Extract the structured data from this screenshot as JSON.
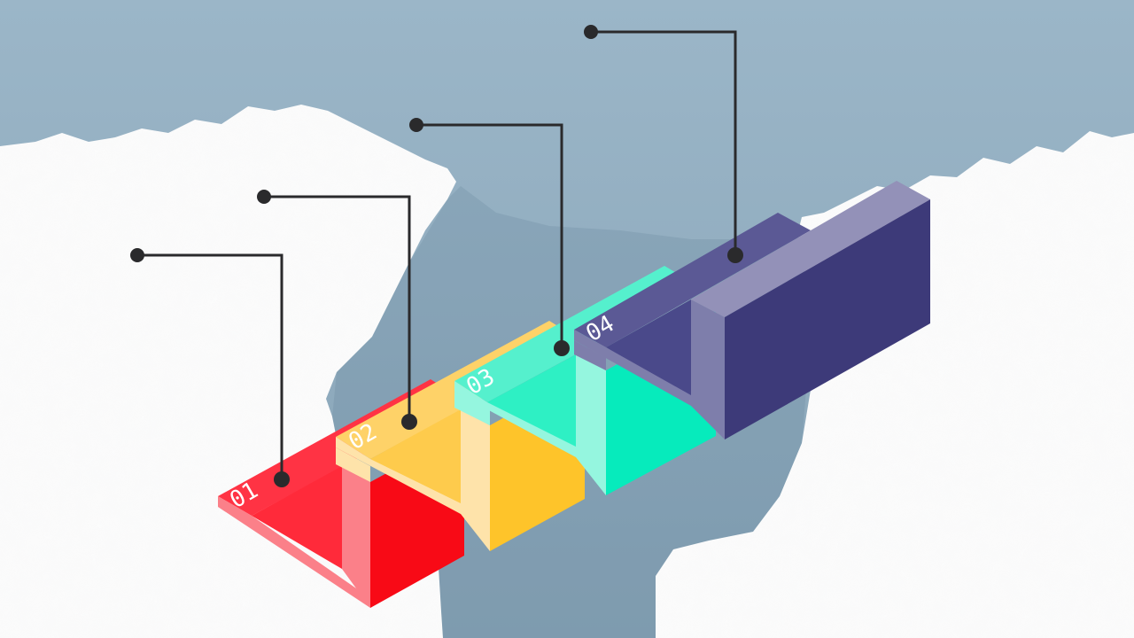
{
  "diagram": {
    "type": "isometric-step-infographic",
    "background": {
      "watercolor_color": "#8fabbe",
      "watercolor_dark": "#6f8ea3",
      "paper_color": "#fbfbfb"
    },
    "steps": [
      {
        "label": "01",
        "colors": {
          "top": "#ff3344",
          "top_inner": "#ff2a3a",
          "front": "#fb8089",
          "side": "#f80a16"
        }
      },
      {
        "label": "02",
        "colors": {
          "top": "#fed268",
          "top_inner": "#fecb4c",
          "front": "#fee3aa",
          "side": "#fec42a"
        }
      },
      {
        "label": "03",
        "colors": {
          "top": "#55f0cd",
          "top_inner": "#2ef0c4",
          "front": "#95f6df",
          "side": "#06ebbc"
        }
      },
      {
        "label": "04",
        "colors": {
          "top": "#5b5995",
          "top_inner": "#4a498a",
          "front": "#7e7eab",
          "side": "#3d3a79",
          "cap": "#9391b8"
        }
      }
    ],
    "callouts": [
      {
        "step": "01",
        "dot": [
          155,
          288
        ],
        "elbow": [
          318,
          288
        ],
        "end": [
          318,
          541
        ]
      },
      {
        "step": "02",
        "dot": [
          298,
          222
        ],
        "elbow": [
          462,
          222
        ],
        "end": [
          462,
          476
        ]
      },
      {
        "step": "03",
        "dot": [
          470,
          141
        ],
        "elbow": [
          634,
          141
        ],
        "end": [
          634,
          393
        ]
      },
      {
        "step": "04",
        "dot": [
          667,
          36
        ],
        "elbow": [
          830,
          36
        ],
        "end": [
          830,
          288
        ]
      }
    ],
    "line_color": "#2a2a2c"
  }
}
